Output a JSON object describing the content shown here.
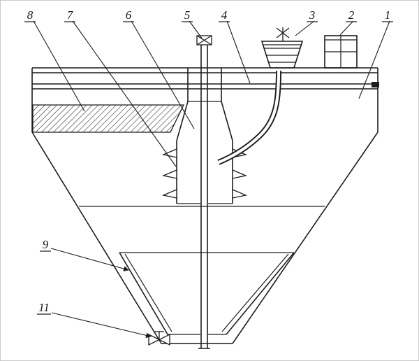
{
  "diagram": {
    "kind": "patent-style sectional technical drawing of a conical settling tank apparatus",
    "background": "#ffffff",
    "line_color": "#1c1c1c",
    "labels": [
      {
        "text": "8"
      },
      {
        "text": "7"
      },
      {
        "text": "6"
      },
      {
        "text": "5"
      },
      {
        "text": "4"
      },
      {
        "text": "3"
      },
      {
        "text": "2"
      },
      {
        "text": "1"
      },
      {
        "text": "9"
      },
      {
        "text": "11"
      }
    ]
  }
}
